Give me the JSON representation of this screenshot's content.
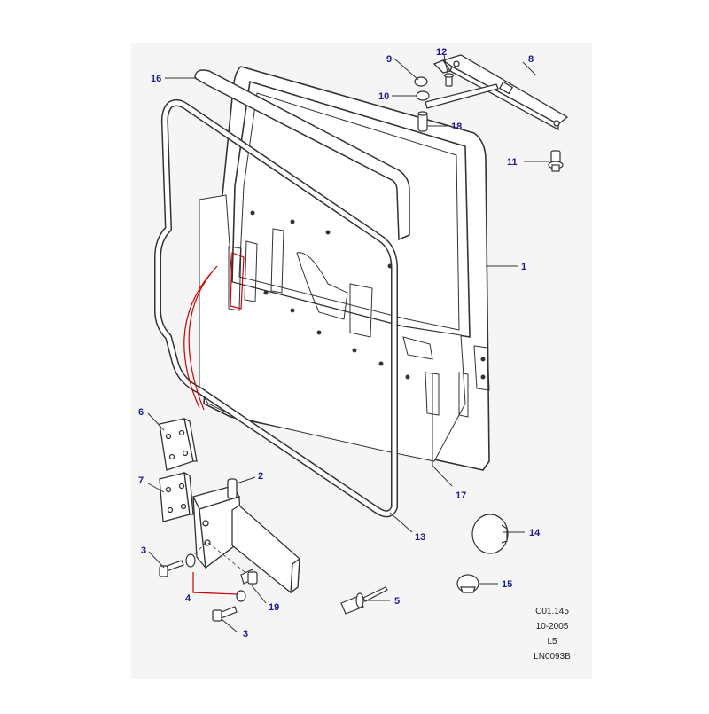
{
  "colors": {
    "background": "#ffffff",
    "panel": "#f5f5f5",
    "line": "#333333",
    "callout_text": "#1a1a8c",
    "highlight": "#cc0000"
  },
  "callouts": {
    "c1": "1",
    "c2": "2",
    "c3a": "3",
    "c3b": "3",
    "c4": "4",
    "c5": "5",
    "c6": "6",
    "c7": "7",
    "c8": "8",
    "c9": "9",
    "c10": "10",
    "c11": "11",
    "c12": "12",
    "c13": "13",
    "c14": "14",
    "c15": "15",
    "c16": "16",
    "c17": "17",
    "c18": "18",
    "c19": "19"
  },
  "reference": {
    "code": "C01.145",
    "date": "10-2005",
    "model": "L5",
    "number": "LN0093B"
  }
}
